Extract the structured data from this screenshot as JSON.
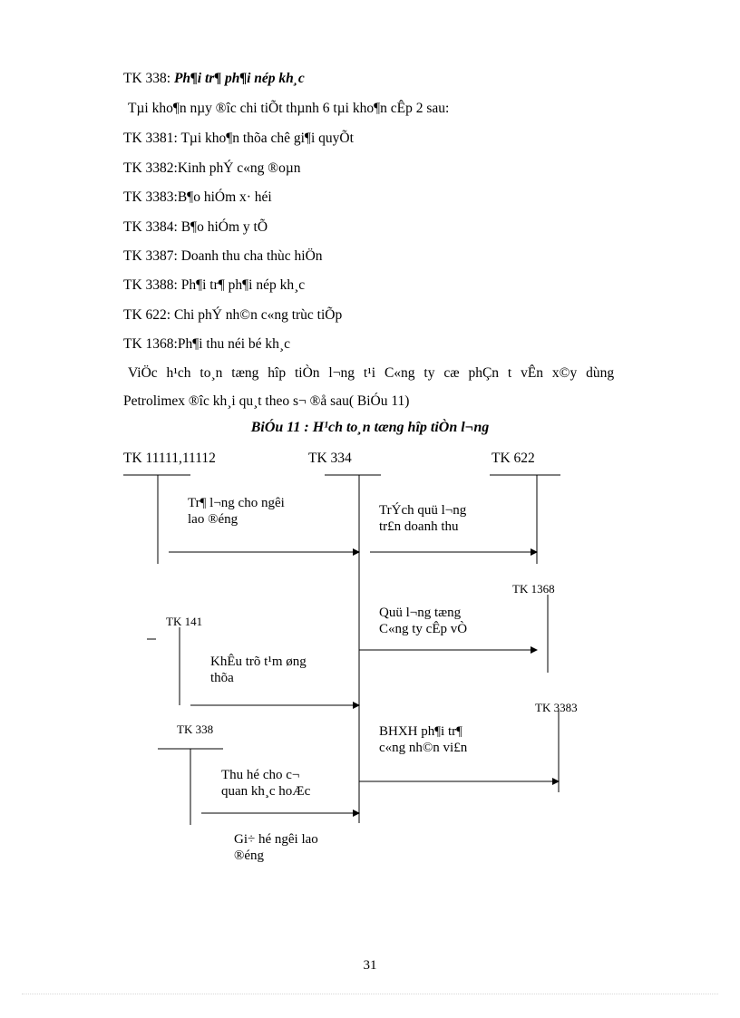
{
  "paragraphs": {
    "l1_prefix": "TK 338: ",
    "l1_bold": "Ph¶i tr¶ ph¶i nép kh¸c",
    "l2": "Tµi kho¶n nµy ®­îc  chi tiÕt thµnh 6 tµi kho¶n cÊp 2 sau:",
    "l3": "TK 3381: Tµi kho¶n thõa chê gi¶i  quyÕt",
    "l4": "TK 3382:Kinh  phÝ c«ng ®oµn",
    "l5": "TK 3383:B¶o hiÓm x· héi",
    "l6": "TK 3384: B¶o hiÓm y tÕ",
    "l7": "TK 3387: Doanh thu cha  thùc hiÖn",
    "l8": "TK 3388: Ph¶i tr¶ ph¶i nép kh¸c",
    "l9": "TK 622: Chi phÝ nh©n c«ng trùc tiÕp",
    "l10": "TK 1368:Ph¶i thu néi bé kh¸c",
    "l11": "ViÖc h¹ch to¸n tæng hîp tiÒn l­¬ng  t¹i C«ng ty cæ phÇn t  vÊn x©y dùng",
    "l12": "Petrolimex ®­îc  kh¸i qu¸t theo s¬ ®å sau( BiÓu 11)"
  },
  "figure_title": "BiÓu 11 : H¹ch to¸n tæng hîp tiÒn l­¬ng",
  "diagram": {
    "acc_tk11111": "TK 11111,11112",
    "acc_tk334": "TK 334",
    "acc_tk622": "TK 622",
    "acc_tk1368": "TK 1368",
    "acc_tk141": "TK 141",
    "acc_tk3383": "TK 3383",
    "acc_tk338": "TK 338",
    "tx1_a": "Tr¶ l­¬ng  cho ngêi",
    "tx1_b": "lao ®éng",
    "tx2_a": "TrÝch quü l­¬ng",
    "tx2_b": "tr£n doanh thu",
    "tx3_a": "Quü l­¬ng  tæng",
    "tx3_b": "C«ng ty cÊp vÒ",
    "tx4_a": "KhÊu trõ t¹m øng",
    "tx4_b": "thõa",
    "tx5_a": "BHXH ph¶i tr¶",
    "tx5_b": "c«ng nh©n vi£n",
    "tx6_a": "Thu hé cho c¬",
    "tx6_b": "quan kh¸c hoÆc",
    "tx7_a": "Gi÷ hé ngêi  lao",
    "tx7_b": "®éng"
  },
  "page_number": "31"
}
